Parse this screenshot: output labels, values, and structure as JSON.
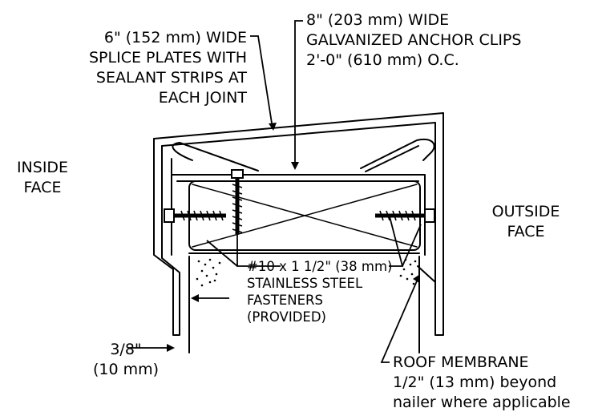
{
  "labels": {
    "anchor_clips": [
      "8\" (203 mm) WIDE",
      "GALVANIZED ANCHOR CLIPS",
      "2'-0\" (610 mm) O.C."
    ],
    "splice_plates": [
      "6\" (152 mm) WIDE",
      "SPLICE PLATES WITH",
      "SEALANT STRIPS AT",
      "EACH JOINT"
    ],
    "inside_face": [
      "INSIDE",
      "FACE"
    ],
    "outside_face": [
      "OUTSIDE",
      "FACE"
    ],
    "fasteners": [
      "#10 x 1 1/2\" (38 mm)",
      "STAINLESS STEEL",
      "FASTENERS",
      "(PROVIDED)"
    ],
    "gap": [
      "3/8\"",
      "(10 mm)"
    ],
    "roof_membrane": [
      "ROOF MEMBRANE",
      "1/2\" (13 mm) beyond",
      "nailer where applicable"
    ]
  },
  "colors": {
    "line": "#000000",
    "background": "#ffffff"
  }
}
